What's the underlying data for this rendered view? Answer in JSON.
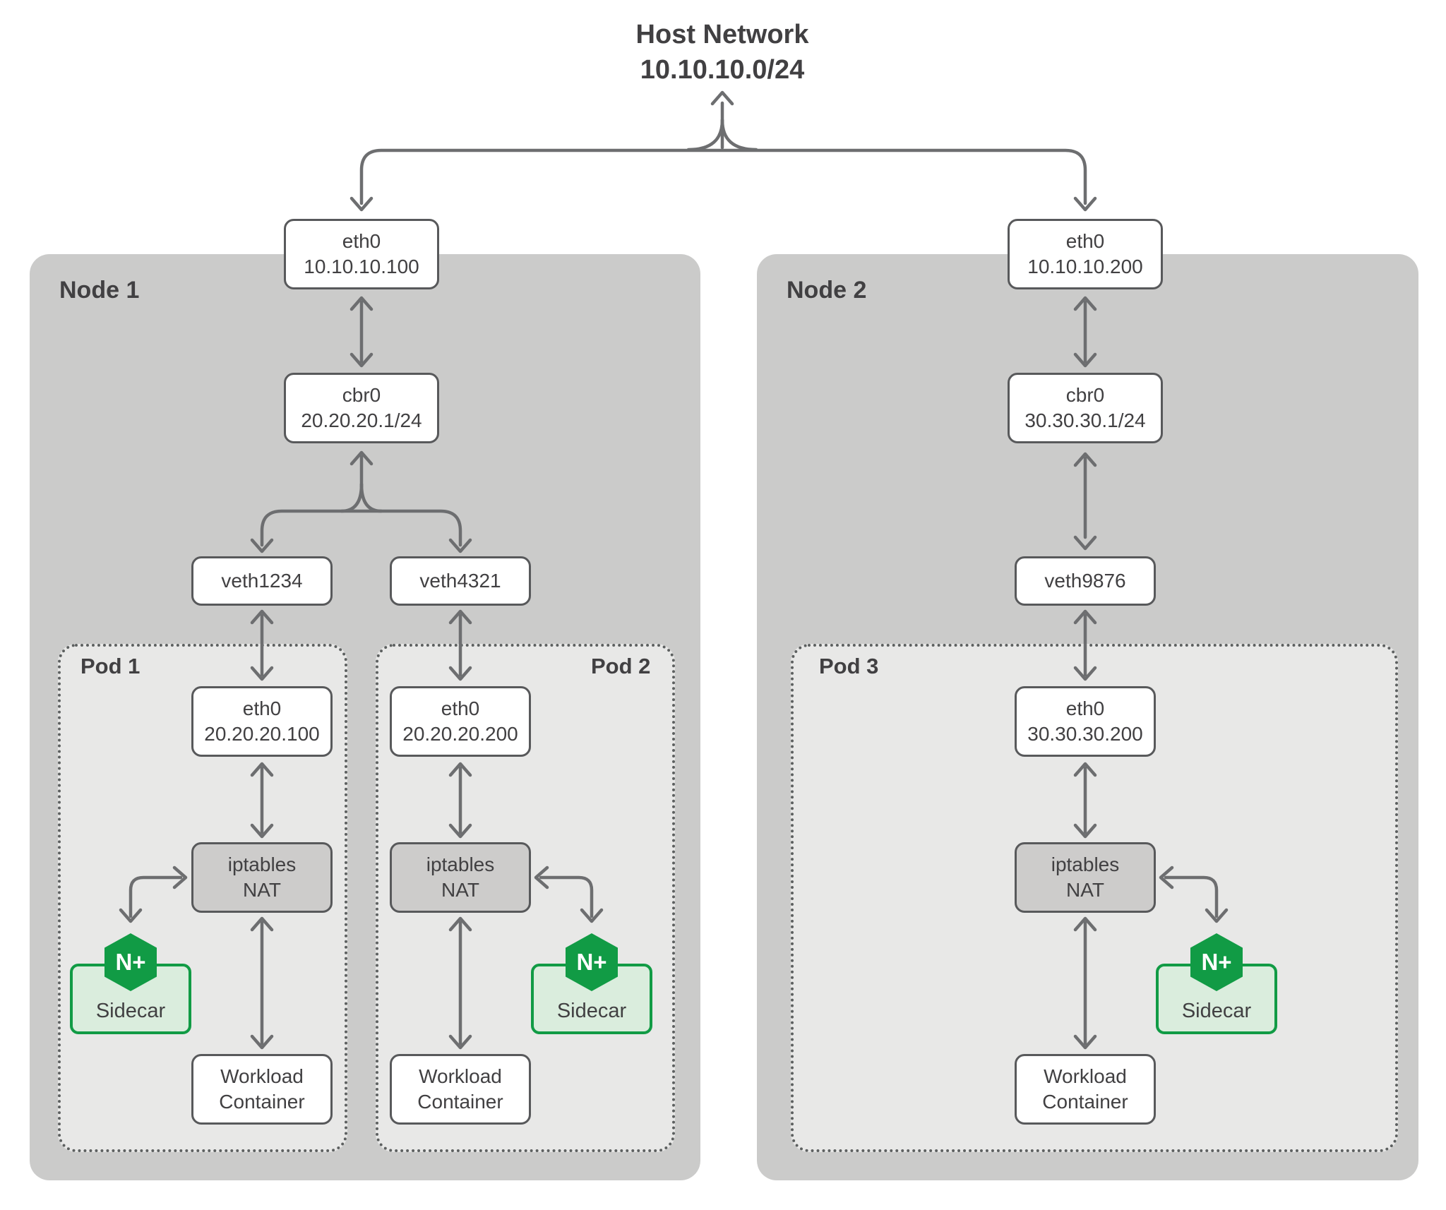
{
  "host_network": {
    "name": "Host Network",
    "cidr": "10.10.10.0/24"
  },
  "colors": {
    "nginx_green": "#119b45",
    "sidecar_fill": "#daeddd",
    "node_background": "#cbcbca",
    "pod_background": "#e8e8e7",
    "box_border": "#58595b",
    "arrow": "#6d6e70",
    "text": "#414042"
  },
  "node1": {
    "label": "Node 1",
    "eth0": {
      "name": "eth0",
      "ip": "10.10.10.100"
    },
    "cbr0": {
      "name": "cbr0",
      "ip": "20.20.20.1/24"
    },
    "veth_a": "veth1234",
    "veth_b": "veth4321"
  },
  "node2": {
    "label": "Node 2",
    "eth0": {
      "name": "eth0",
      "ip": "10.10.10.200"
    },
    "cbr0": {
      "name": "cbr0",
      "ip": "30.30.30.1/24"
    },
    "veth": "veth9876"
  },
  "pod1": {
    "label": "Pod 1",
    "eth0": {
      "name": "eth0",
      "ip": "20.20.20.100"
    },
    "iptables": {
      "line1": "iptables",
      "line2": "NAT"
    },
    "sidecar": {
      "badge": "N+",
      "label": "Sidecar"
    },
    "workload": {
      "line1": "Workload",
      "line2": "Container"
    }
  },
  "pod2": {
    "label": "Pod 2",
    "eth0": {
      "name": "eth0",
      "ip": "20.20.20.200"
    },
    "iptables": {
      "line1": "iptables",
      "line2": "NAT"
    },
    "sidecar": {
      "badge": "N+",
      "label": "Sidecar"
    },
    "workload": {
      "line1": "Workload",
      "line2": "Container"
    }
  },
  "pod3": {
    "label": "Pod 3",
    "eth0": {
      "name": "eth0",
      "ip": "30.30.30.200"
    },
    "iptables": {
      "line1": "iptables",
      "line2": "NAT"
    },
    "sidecar": {
      "badge": "N+",
      "label": "Sidecar"
    },
    "workload": {
      "line1": "Workload",
      "line2": "Container"
    }
  }
}
